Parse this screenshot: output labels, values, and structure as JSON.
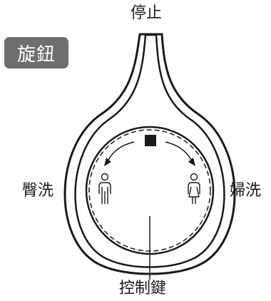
{
  "title_tag": "旋鈕",
  "labels": {
    "stop": "停止",
    "buttock_wash": "臀洗",
    "bidet_wash": "婦洗",
    "control_key": "控制鍵"
  },
  "icons": [
    "stop-square-icon",
    "male-person-icon",
    "female-person-icon",
    "curved-arrow-left-icon",
    "curved-arrow-right-icon"
  ],
  "colors": {
    "tag_background": "#6d6e70",
    "tag_text": "#ffffff",
    "line": "#1a1a1a"
  }
}
